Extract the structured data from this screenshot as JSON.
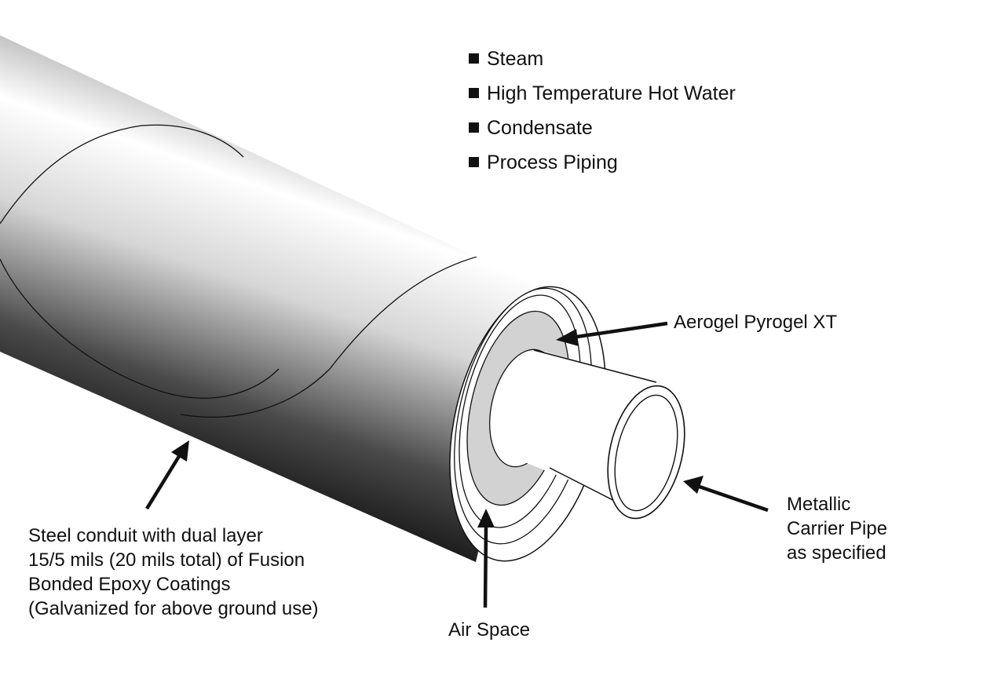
{
  "services": [
    "Steam",
    "High Temperature Hot Water",
    "Condensate",
    "Process Piping"
  ],
  "labels": {
    "aerogel": "Aerogel Pyrogel XT",
    "carrier_lines": [
      "Metallic",
      "Carrier Pipe",
      "as specified"
    ],
    "air_space": "Air Space",
    "conduit_lines": [
      "Steel conduit with dual layer",
      "15/5 mils (20 mils total) of Fusion",
      "Bonded Epoxy Coatings",
      "(Galvanized for above ground use)"
    ]
  }
}
